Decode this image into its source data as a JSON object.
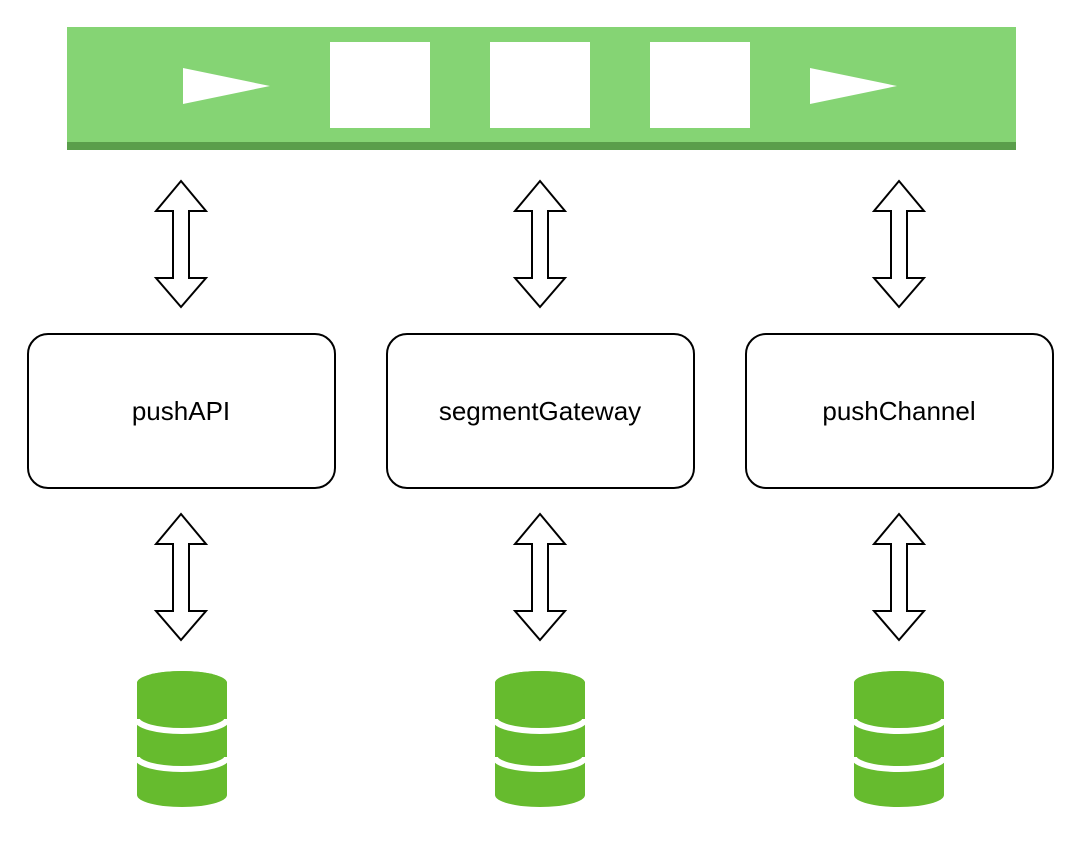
{
  "colors": {
    "queue_fill": "#85d474",
    "queue_edge": "#5a9e4b",
    "db_fill": "#66bb2e",
    "db_stripe": "#ffffff",
    "box_stroke": "#000000",
    "arrow_stroke": "#000000",
    "background": "#ffffff"
  },
  "message_queue": {
    "elements": [
      "arrow",
      "message",
      "message",
      "message",
      "arrow"
    ]
  },
  "services": [
    {
      "label": "pushAPI",
      "icon": "database-icon"
    },
    {
      "label": "segmentGateway",
      "icon": "database-icon"
    },
    {
      "label": "pushChannel",
      "icon": "database-icon"
    }
  ]
}
